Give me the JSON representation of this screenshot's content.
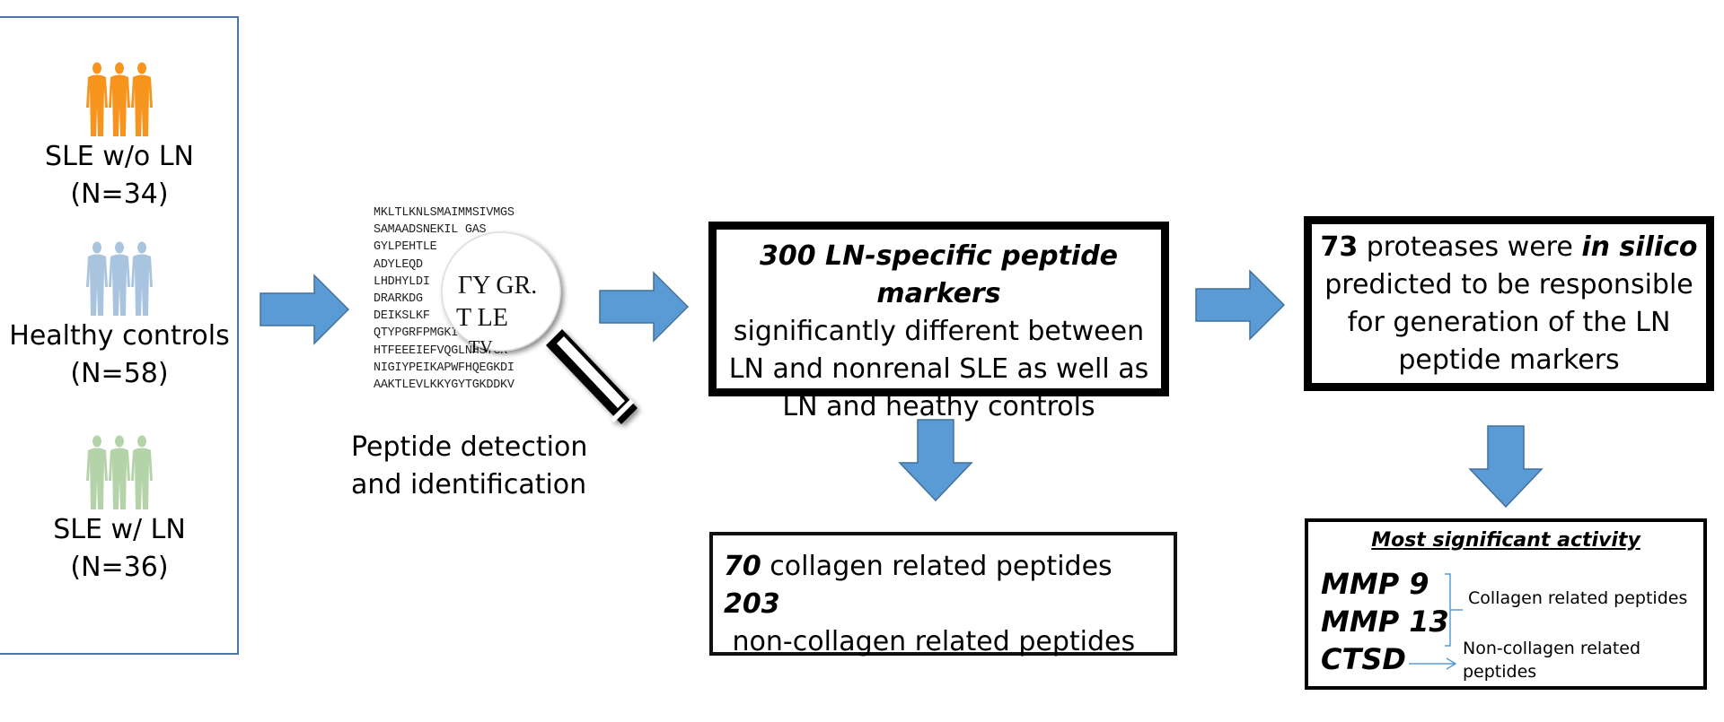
{
  "cohorts": [
    {
      "label": "SLE w/o LN",
      "count_label": "(N=34)",
      "icon": "people-icon",
      "color": "#f7941d"
    },
    {
      "label": "Healthy controls",
      "count_label": "(N=58)",
      "icon": "people-icon",
      "color": "#a9c4de"
    },
    {
      "label": "SLE w/ LN",
      "count_label": "(N=36)",
      "icon": "people-icon",
      "color": "#b5d3a8"
    }
  ],
  "detection": {
    "sequences": [
      "MKLTLKNLSMAIMMSIVMGS",
      "SAMAADSNEKIL    GAS",
      "GYLPEHTLE",
      "ADYLEQD",
      "LHDHYLDI",
      "DRARKDG",
      "DEIKSLKF",
      "QTYPGRFPMGKI",
      "HTFEEEIEFVQGLNHSTGK",
      "NIGIYPEIKAPWFHQEGKDI",
      "AAKTLEVLKKYGYTGKDDKV"
    ],
    "magnified_lines": [
      "ΓY GR.",
      "T  LE",
      "  TV"
    ],
    "label_line1": "Peptide detection",
    "label_line2": "and identification",
    "icon": "magnifier-icon"
  },
  "markers_box": {
    "headline": "300 LN-specific peptide markers",
    "line2": "significantly different between",
    "line3": "LN and nonrenal SLE as well as",
    "line4": "LN and heathy controls"
  },
  "split_box": {
    "collagen_count": "70",
    "collagen_text": " collagen related peptides",
    "noncollagen_count": "203",
    "noncollagen_text": " non-collagen related peptides"
  },
  "proteases_box": {
    "count": "73",
    "text_a": " proteases were ",
    "emph": "in silico",
    "line2": "predicted to be responsible",
    "line3": "for generation of the LN",
    "line4": "peptide markers"
  },
  "activity_box": {
    "title": "Most significant activity",
    "enzymes": [
      "MMP 9",
      "MMP 13",
      "CTSD"
    ],
    "collagen_target": "Collagen related peptides",
    "noncollagen_target_line1": "Non-collagen related",
    "noncollagen_target_line2": "peptides"
  },
  "colors": {
    "arrow_fill": "#5b9bd5",
    "arrow_stroke": "#41719c",
    "panel_border": "#4a76a8",
    "connector": "#5b9bd5"
  }
}
